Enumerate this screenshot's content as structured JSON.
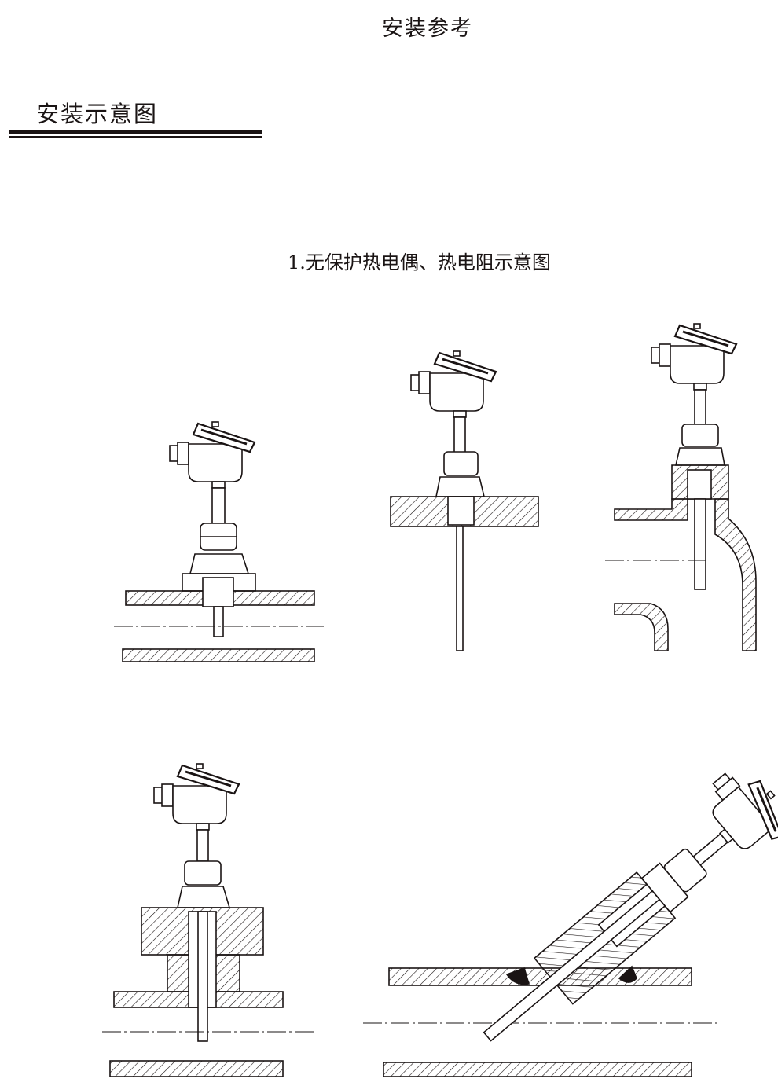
{
  "page": {
    "title": "安装参考",
    "section_heading": "安装示意图",
    "figure_caption": "1.无保护热电偶、热电阻示意图"
  },
  "figures": [
    {
      "name": "pipe-horizontal-flange-mount"
    },
    {
      "name": "plate-thread-mount"
    },
    {
      "name": "elbow-pipe-mount"
    },
    {
      "name": "flanged-boss-pipe-mount"
    },
    {
      "name": "inclined-pipe-mount"
    }
  ]
}
